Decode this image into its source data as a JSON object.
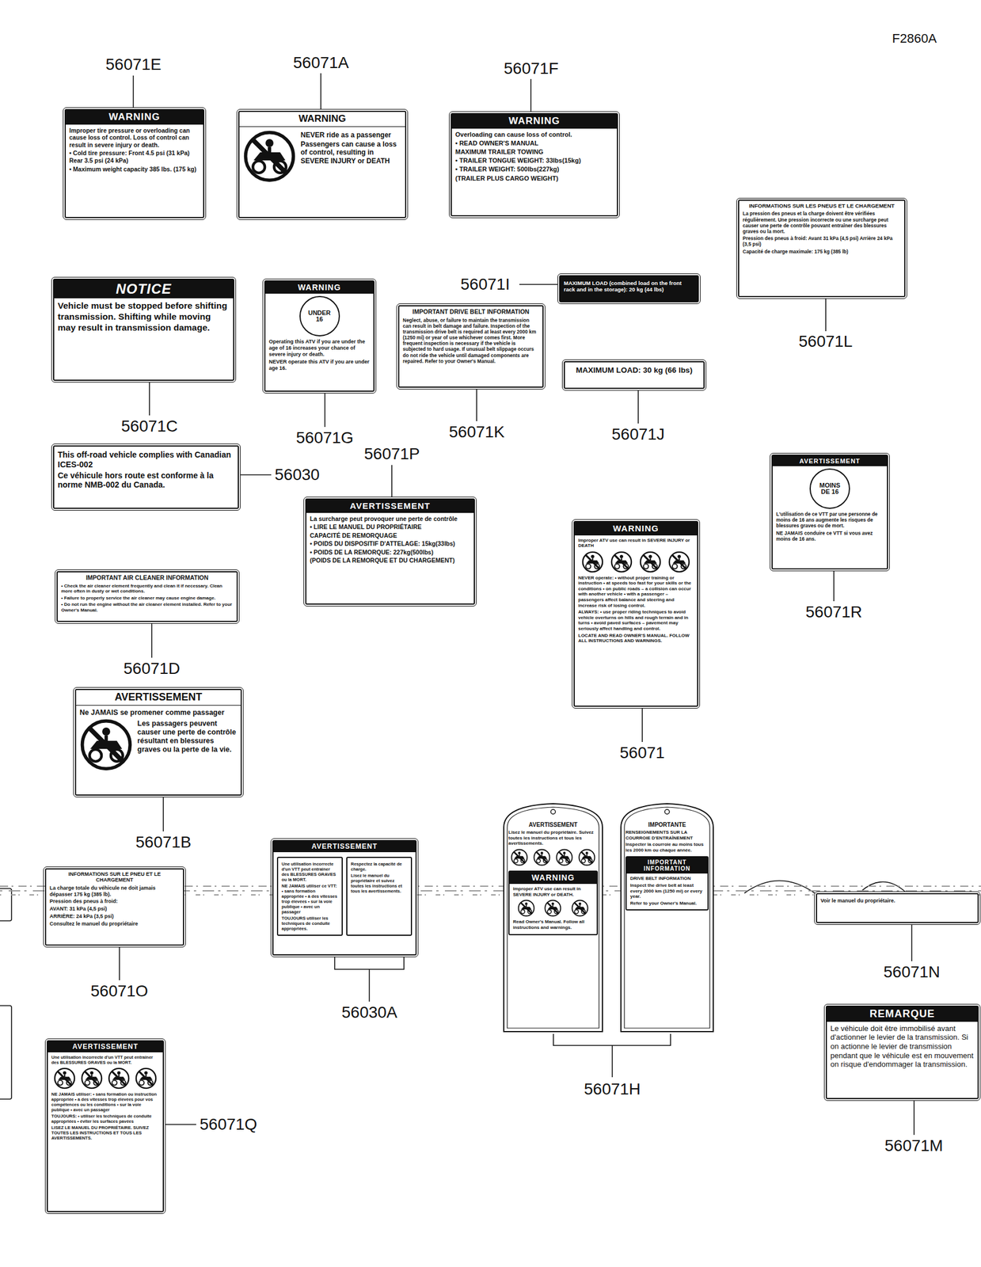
{
  "diagram": {
    "nodes": [
      {
        "text": [
          "WARNING",
          "Improper tire pressure or overloading can cause loss of control. Loss of control can result in severe injury or death.",
          "• Cold tire pressure: Front 4.5 psi (31 kPa) Rear 3.5 psi (24 kPa)",
          "• Maximum weight capacity 385 lbs. (175 kg)"
        ]
      },
      {
        "text": [
          "WARNING",
          "NEVER ride as a passenger",
          "Passengers can cause a loss of control, resulting in SEVERE INJURY or DEATH"
        ]
      },
      {
        "text": [
          "WARNING",
          "Overloading can cause loss of control.",
          "• READ OWNER'S MANUAL",
          "MAXIMUM TRAILER TOWING",
          "• TRAILER TONGUE WEIGHT: 33lbs(15kg)",
          "• TRAILER WEIGHT: 500lbs(227kg)",
          "(TRAILER PLUS CARGO WEIGHT)"
        ]
      },
      {
        "text": [
          "INFORMATIONS SUR LES PNEUS ET LE CHARGEMENT",
          "La pression des pneus et la charge doivent être vérifiées régulièrement. Une pression incorrecte ou une surcharge peut causer une perte de contrôle pouvant entraîner des blessures graves ou la mort.",
          "Pression des pneus à froid: Avant 31 kPa (4,5 psi) Arrière 24 kPa (3,5 psi)",
          "Capacité de charge maximale: 175 kg (385 lb)"
        ]
      },
      {
        "text": [
          "NOTICE",
          "Vehicle must be stopped before shifting transmission. Shifting while moving may result in transmission damage."
        ]
      },
      {
        "text": [
          "WARNING",
          "UNDER 16",
          "Operating this ATV if you are under the age of 16 increases your chance of severe injury or death.",
          "NEVER operate this ATV if you are under age 16."
        ]
      },
      {
        "text": [
          "MAXIMUM LOAD (combined load on the front rack and in the storage): 20 kg (44 lbs)"
        ]
      },
      {
        "text": [
          "IMPORTANT DRIVE BELT INFORMATION",
          "Neglect, abuse, or failure to maintain the transmission can result in belt damage and failure. Inspection of the transmission drive belt is required at least every 2000 km (1250 mi) or year of use whichever comes first. More frequent inspection is necessary if the vehicle is subjected to hard usage. If unusual belt slippage occurs do not ride the vehicle until damaged components are repaired. Refer to your Owner's Manual."
        ]
      },
      {
        "text": [
          "MAXIMUM LOAD: 30 kg (66 lbs)"
        ]
      },
      {
        "text": [
          "This off-road vehicle complies with Canadian ICES-002",
          "Ce véhicule hors route est conforme à la norme NMB-002 du Canada."
        ]
      },
      {
        "text": [
          "AVERTISSEMENT",
          "La surcharge peut provoquer une perte de contrôle",
          "• LIRE LE MANUEL DU PROPRIÉTAIRE",
          "CAPACITÉ DE REMORQUAGE",
          "• POIDS DU DISPOSITIF D'ATTELAGE: 15kg(33lbs)",
          "• POIDS DE LA REMORQUE: 227kg(500lbs)",
          "(POIDS DE LA REMORQUE ET DU CHARGEMENT)"
        ]
      },
      {
        "text": [
          "AVERTISSEMENT",
          "MOINS DE 16",
          "L'utilisation de ce VTT par une personne de moins de 16 ans augmente les risques de blessures graves ou de mort.",
          "NE JAMAIS conduire ce VTT si vous avez moins de 16 ans."
        ]
      },
      {
        "text": [
          "IMPORTANT AIR CLEANER INFORMATION",
          "• Check the air cleaner element frequently and clean it if necessary. Clean more often in dusty or wet conditions.",
          "• Failure to properly service the air cleaner may cause engine damage.",
          "• Do not run the engine without the air cleaner element installed. Refer to your Owner's Manual."
        ]
      },
      {
        "text": [
          "WARNING",
          "Improper ATV use can result in SEVERE INJURY or DEATH",
          "NEVER operate: • without proper training or instruction • at speeds too fast for your skills or the conditions • on public roads – a collision can occur with another vehicle • with a passenger – passengers affect balance and steering and increase risk of losing control.",
          "ALWAYS: • use proper riding techniques to avoid vehicle overturns on hills and rough terrain and in turns • avoid paved surfaces – pavement may seriously affect handling and control.",
          "LOCATE AND READ OWNER'S MANUAL. FOLLOW ALL INSTRUCTIONS AND WARNINGS."
        ]
      },
      {
        "text": [
          "AVERTISSEMENT",
          "Ne JAMAIS se promener comme passager",
          "Les passagers peuvent causer une perte de contrôle résultant en blessures graves ou la perte de la vie."
        ]
      },
      {
        "text": [
          "INFORMATIONS SUR LE PNEU ET LE CHARGEMENT",
          "La charge totale du véhicule ne doit jamais dépasser 175 kg (385 lb).",
          "Pression des pneus à froid:",
          "AVANT: 31 kPa (4,5 psi)",
          "ARRIÈRE: 24 kPa (3,5 psi)",
          "Consultez le manuel du propriétaire"
        ]
      },
      {
        "text": [
          "AVERTISSEMENT"
        ]
      },
      {
        "text": [
          "Une utilisation incorrecte d'un VTT peut entraîner des BLESSURES GRAVES ou la MORT.",
          "NE JAMAIS utiliser ce VTT: • sans formation appropriée • à des vitesses trop élevées • sur la voie publique • avec un passager",
          "TOUJOURS utiliser les techniques de conduite appropriées."
        ],
        "in": 16
      },
      {
        "text": [
          "Respectez la capacité de charge.",
          "Lisez le manuel du propriétaire et suivez toutes les instructions et tous les avertissements."
        ],
        "in": 16
      },
      {
        "text": [
          "AVERTISSEMENT",
          "Lisez le manuel du propriétaire. Suivez toutes les instructions et tous les avertissements."
        ]
      },
      {
        "text": [
          "WARNING",
          "Improper ATV use can result in SEVERE INJURY or DEATH.",
          "Read Owner's Manual. Follow all instructions and warnings."
        ],
        "in": 19
      },
      {
        "text": [
          "IMPORTANTE",
          "RENSEIGNEMENTS SUR LA COURROIE D'ENTRAÎNEMENT",
          "Inspecter la courroie au moins tous les 2000 km ou chaque année."
        ]
      },
      {
        "text": [
          "IMPORTANT INFORMATION",
          "DRIVE BELT INFORMATION",
          "Inspect the drive belt at least every 2000 km (1250 mi) or every year.",
          "Refer to your Owner's Manual."
        ],
        "in": 21
      },
      {
        "text": [
          "Voir le manuel du propriétaire."
        ]
      },
      {
        "text": [
          "REMARQUE",
          "Le véhicule doit être immobilisé avant d'actionner le levier de la transmission. Si on actionne le levier de transmission pendant que le véhicule est en mouvement on risque d'endommager la transmission."
        ]
      },
      {
        "text": [
          "AVERTISSEMENT",
          "Une utilisation incorrecte d'un VTT peut entraîner des BLESSURES GRAVES ou la MORT.",
          "NE JAMAIS utiliser: • sans formation ou instruction appropriée • à des vitesses trop élevées pour vos compétences ou les conditions • sur la voie publique • avec un passager",
          "TOUJOURS: • utiliser les techniques de conduite appropriées • éviter les surfaces pavées",
          "LISEZ LE MANUEL DU PROPRIÉTAIRE. SUIVEZ TOUTES LES INSTRUCTIONS ET TOUS LES AVERTISSEMENTS."
        ]
      }
    ],
    "labels": [
      "F2860A",
      "56071E",
      "56071A",
      "56071F",
      "56071L",
      "56071I",
      "56071C",
      "56071G",
      "56071K",
      "56071J",
      "56030",
      "56071P",
      "56071R",
      "56071D",
      "56071",
      "56071B",
      "56071O",
      "56030A",
      "56071H",
      "56071N",
      "56071M",
      "56071Q"
    ]
  }
}
